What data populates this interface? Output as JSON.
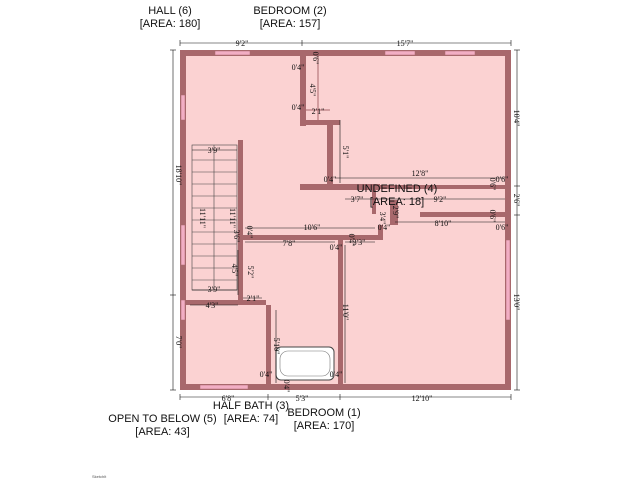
{
  "colors": {
    "floor": "#fbd2d2",
    "wall": "#a8686c",
    "window": "#f2aec4",
    "dimline": "#111111"
  },
  "rooms": [
    {
      "name": "HALL (6)",
      "area": "[AREA: 180]"
    },
    {
      "name": "BEDROOM (2)",
      "area": "[AREA: 157]"
    },
    {
      "name": "UNDEFINED (4)",
      "area": "[AREA: 18]"
    },
    {
      "name": "OPEN TO BELOW (5)",
      "area": "[AREA: 43]"
    },
    {
      "name": "HALF BATH (3)",
      "area": "[AREA: 74]"
    },
    {
      "name": "BEDROOM (1)",
      "area": "[AREA: 170]"
    }
  ],
  "dimensions": {
    "top_left": "9'2\"",
    "top_right": "15'7\"",
    "left_upper": "18'10\"",
    "left_lower": "7'0\"",
    "right_upper": "10'4\"",
    "right_mid": "2'6\"",
    "right_lower": "13'0\"",
    "bottom_left": "6'8\"",
    "bottom_mid": "5'3\"",
    "bottom_right": "12'10\"",
    "closet_w": "2'1\"",
    "closet_top": "0'4\"",
    "closet_h": "4'5\"",
    "closet_b": "0'4\"",
    "wall_h1": "0'6\"",
    "bed2_inner_h": "5'1\"",
    "bed2_left": "0'4\"",
    "bed2_bottom": "12'8\"",
    "undef_w1": "3'7\"",
    "undef_w2": "9'2\"",
    "undef_right1": "0'6\"",
    "undef_right2": "0'6\"",
    "undef_small": "0'4\"",
    "undef_v1": "3'4\"",
    "undef_v2": "2'9\"",
    "undef_v3": "0'6\"",
    "right_hall_w": "8'10\"",
    "right_mid_v": "0'6\"",
    "stair_top": "3'9\"",
    "stair_bottom": "3'9\"",
    "stair_left_v": "11'11\"",
    "stair_right_v": "11'11\"",
    "stair_wall_v": "0'4\"",
    "stair_offset": "3'6\"",
    "hall_w": "10'6\"",
    "hall_w2": "7'8\"",
    "hall_small": "0'4\"",
    "hall_small2": "0'4\"",
    "hall_w3": "3'3\"",
    "stair_lower_v": "4'5\"",
    "bath_upper_v": "5'2\"",
    "stair_lower_w": "2'1\"",
    "open_w": "4'3\"",
    "bath_h": "5'10\"",
    "bath_bot1": "0'4\"",
    "bath_bot2": "0'4\"",
    "bed1_v": "11'0\"",
    "bed1_small": "0'4\""
  },
  "watermark": "Sketchlt"
}
